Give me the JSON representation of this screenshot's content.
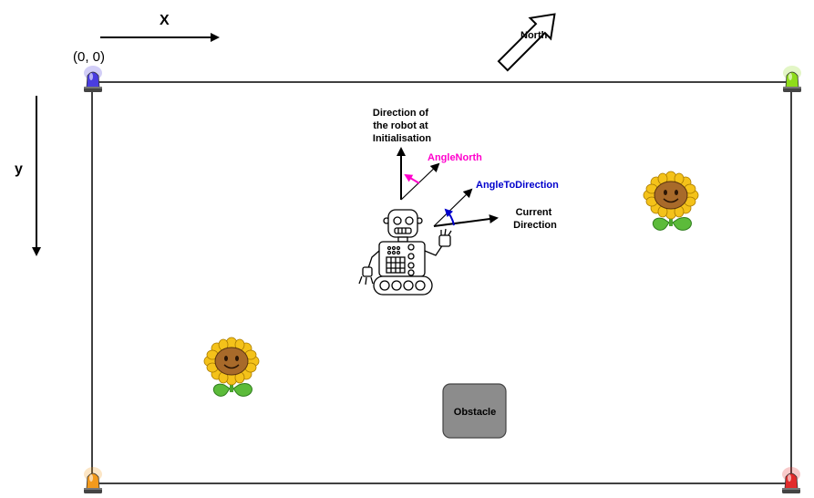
{
  "axes": {
    "x_label": "X",
    "y_label": "y",
    "origin_label": "(0, 0)"
  },
  "compass": {
    "label": "North"
  },
  "robot_annotations": {
    "init_direction_lines": [
      "Direction of",
      "the robot at",
      "Initialisation"
    ],
    "angle_north": "AngleNorth",
    "angle_to_direction": "AngleToDirection",
    "current_direction_lines": [
      "Current",
      "Direction"
    ]
  },
  "obstacle": {
    "label": "Obstacle"
  },
  "colors": {
    "angle_north": "#ff00cc",
    "angle_to_direction": "#0000cc",
    "beacon_top_left": "#4a3de0",
    "beacon_top_right": "#8fdc1a",
    "beacon_bottom_left": "#f39a1c",
    "beacon_bottom_right": "#e22b2b",
    "obstacle_fill": "#8c8c8c",
    "sunflower_petals": "#f4c21a",
    "sunflower_face": "#a86a2a"
  },
  "icons": [
    "beacon-icon",
    "robot-icon",
    "sunflower-icon",
    "north-arrow-icon"
  ]
}
